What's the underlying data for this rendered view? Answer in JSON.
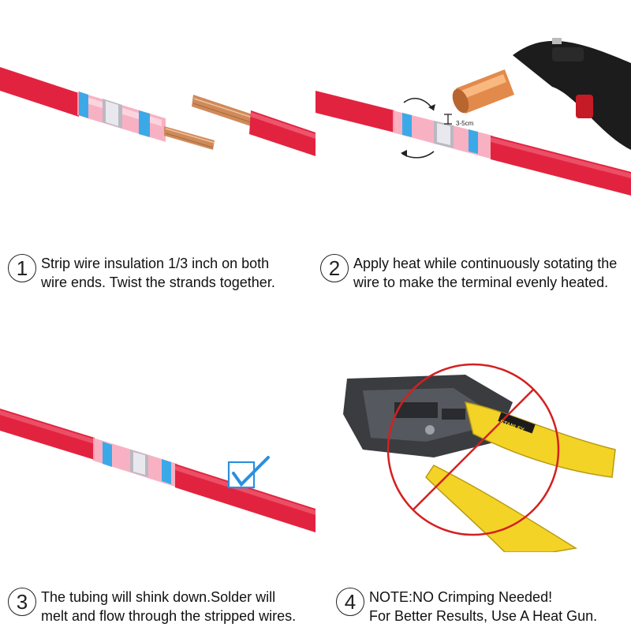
{
  "steps": [
    {
      "number": "1",
      "lines": [
        "Strip wire insulation 1/3 inch on both",
        "wire ends. Twist the strands together."
      ]
    },
    {
      "number": "2",
      "lines": [
        "Apply heat while continuously sotating the",
        "wire to make the terminal evenly heated."
      ],
      "gap_label": "3-5cm"
    },
    {
      "number": "3",
      "lines": [
        "The tubing will shink down.Solder will",
        "melt and flow through the stripped wires."
      ]
    },
    {
      "number": "4",
      "lines": [
        "NOTE:NO Crimping Needed!",
        "For Better Results, Use A Heat Gun."
      ],
      "brand_label": "STANLEY"
    }
  ],
  "colors": {
    "wire": "#e2233f",
    "tube": "#f7a9bd",
    "ring": "#3ba9e8",
    "copper": "#cf8a5a",
    "tool_yellow": "#f4d327",
    "prohibit_red": "#d42020",
    "check_blue": "#2a8fe0"
  }
}
